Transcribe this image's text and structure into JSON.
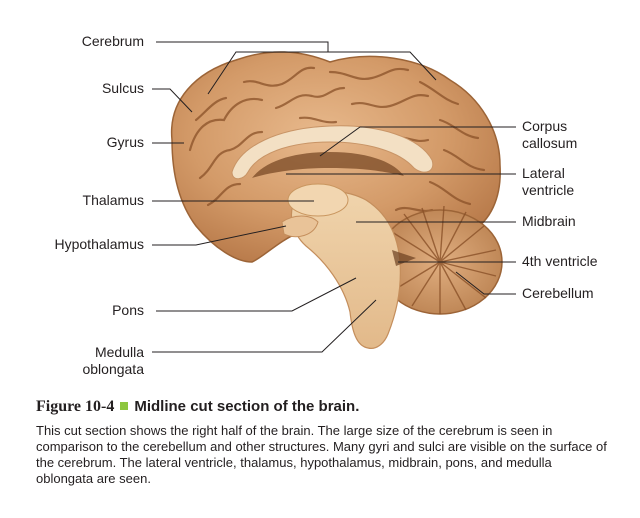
{
  "figure": {
    "labels": {
      "cerebrum": "Cerebrum",
      "sulcus": "Sulcus",
      "gyrus": "Gyrus",
      "thalamus": "Thalamus",
      "hypothalamus": "Hypothalamus",
      "pons": "Pons",
      "medulla_line1": "Medulla",
      "medulla_line2": "oblongata",
      "corpus_line1": "Corpus",
      "corpus_line2": "callosum",
      "lateral_line1": "Lateral",
      "lateral_line2": "ventricle",
      "midbrain": "Midbrain",
      "fourth_ventricle": "4th ventricle",
      "cerebellum": "Cerebellum"
    }
  },
  "caption": {
    "figure_number": "Figure 10-4",
    "title": "Midline cut section of the brain.",
    "body": "This cut section shows the right half of the brain. The large size of the cerebrum is seen in comparison to the cerebellum and other structures. Many gyri and sulci are visible on the surface of the cerebrum. The lateral ventricle, thalamus, hypothalamus, midbrain, pons, and medulla oblongata are seen.",
    "accent_color": "#8dc63f"
  }
}
